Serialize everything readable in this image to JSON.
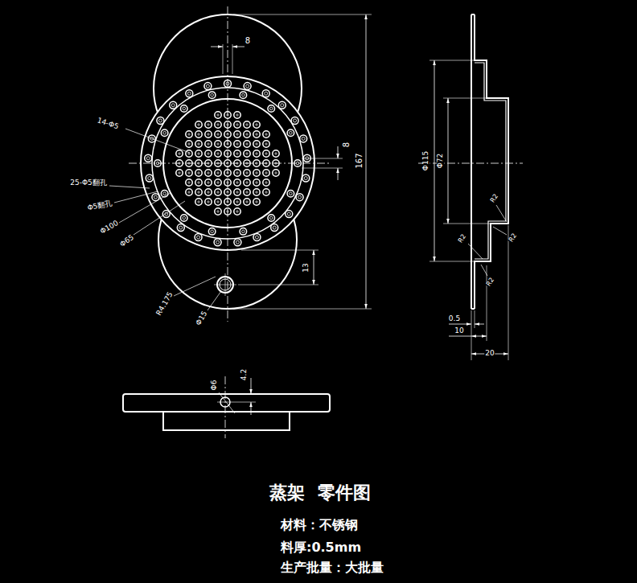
{
  "diagram": {
    "title": "蒸架  零件图",
    "labels": [
      "8",
      "14-Φ5",
      "8",
      "167",
      "25-Φ5翻孔",
      "Φ5翻孔",
      "Φ100",
      "Φ65",
      "13",
      "R4.175",
      "Φ15",
      "Φ115",
      "Φ72",
      "R2",
      "R2",
      "R2",
      "R2",
      "0.5",
      "10",
      "20",
      "Φ6",
      "4.2",
      "材料：不锈钢",
      "料厚:0.5mm",
      "生产批量：大批量"
    ]
  }
}
